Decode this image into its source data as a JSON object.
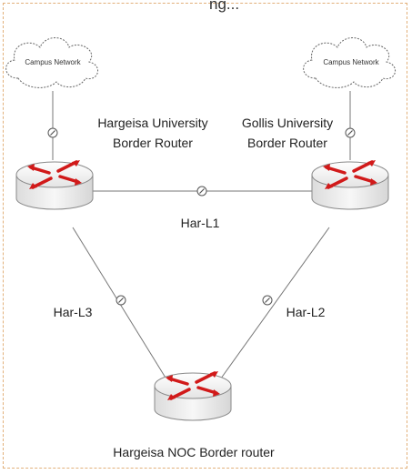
{
  "header": {
    "fragment": "ng..."
  },
  "clouds": [
    {
      "id": "left",
      "label": "Campus Network"
    },
    {
      "id": "right",
      "label": "Campus Network"
    }
  ],
  "routers": [
    {
      "id": "hargeisa-university",
      "label_line1": "Hargeisa University",
      "label_line2": "Border Router"
    },
    {
      "id": "gollis-university",
      "label_line1": "Gollis University",
      "label_line2": "Border Router"
    },
    {
      "id": "hargeisa-noc",
      "label": "Hargeisa NOC  Border router"
    }
  ],
  "links": [
    {
      "id": "har-l1",
      "label": "Har-L1"
    },
    {
      "id": "har-l2",
      "label": "Har-L2"
    },
    {
      "id": "har-l3",
      "label": "Har-L3"
    }
  ],
  "colors": {
    "router_arrow": "#d11a1a",
    "line": "#777777",
    "router_body": "#f2f2f2",
    "frame": "#e2b07a"
  }
}
